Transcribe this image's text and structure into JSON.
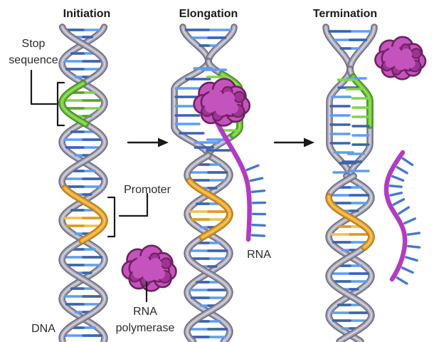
{
  "stages": [
    {
      "label": "Initiation"
    },
    {
      "label": "Elongation"
    },
    {
      "label": "Termination"
    }
  ],
  "annotations": {
    "stop_sequence": "Stop sequence",
    "promoter": "Promoter",
    "dna": "DNA",
    "rna_polymerase": "RNA polymerase",
    "rna": "RNA"
  },
  "colors": {
    "strand_dark": "#716f80",
    "strand_mid": "#a5a4b4",
    "strand_light": "#d2d1db",
    "rung_light": "#5d9ef2",
    "rung_dark": "#3c63ad",
    "green_dark": "#47921d",
    "green_mid": "#6cc13d",
    "green_light": "#9ade60",
    "orange_dark": "#bc7d14",
    "orange_mid": "#e5a436",
    "orange_light": "#f4c65e",
    "rung_green_light": "#82d348",
    "rung_green_dark": "#58a52a",
    "rung_yellow_light": "#f2c04a",
    "rung_yellow_dark": "#d99c26",
    "polymerase_fill": "#c553bd",
    "polymerase_outline": "#6e2260",
    "polymerase_shadow": "#9d3394",
    "rna_strand": "#b13cc3",
    "rna_base": "#4579d0",
    "line": "#1a1a1a"
  }
}
